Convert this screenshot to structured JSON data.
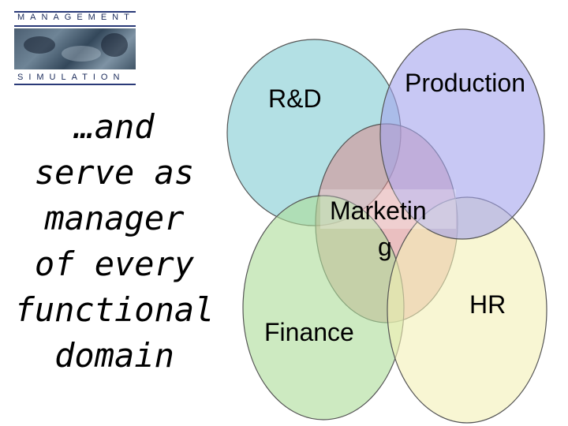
{
  "logo": {
    "top_text": "MANAGEMENT",
    "bottom_text": "SIMULATION"
  },
  "tagline": {
    "lines": [
      "…and",
      "serve as",
      "manager",
      "of every",
      "functional",
      "domain"
    ]
  },
  "diagram": {
    "circles": [
      {
        "label": "R&D",
        "color": "#a9dce0"
      },
      {
        "label": "Production",
        "color": "#a3a3ec"
      },
      {
        "label_line1": "Marketin",
        "label_line2": "g",
        "color": "#d98a8c"
      },
      {
        "label": "Finance",
        "color": "#acdc97"
      },
      {
        "label": "HR",
        "color": "#f4f0b6"
      }
    ]
  }
}
